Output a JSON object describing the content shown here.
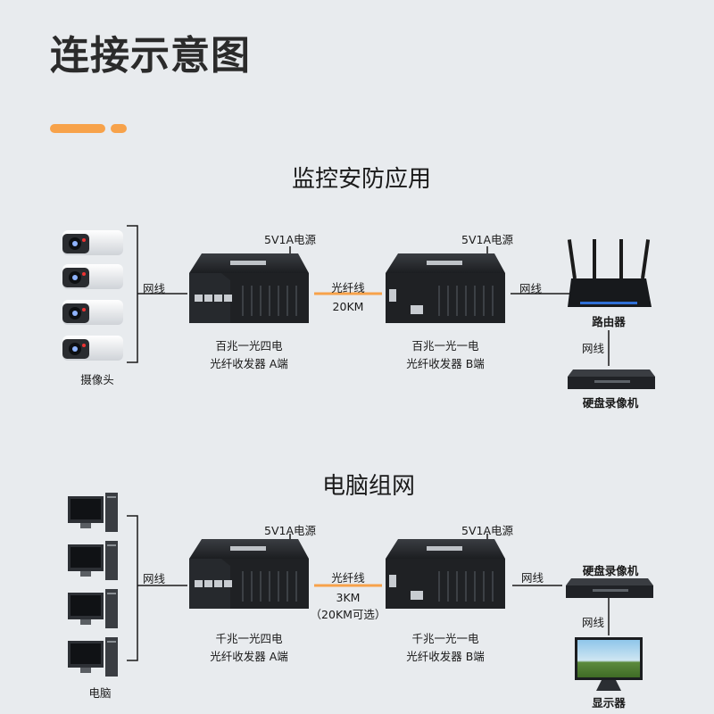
{
  "page_title": "连接示意图",
  "accent_color": "#f7a24a",
  "sections": [
    {
      "heading": "监控安防应用",
      "left_device": "摄像头",
      "left_cable": "网线",
      "power_a": "5V1A电源",
      "power_b": "5V1A电源",
      "fiber_label": "光纤线",
      "distance": "20KM",
      "distance_note": "",
      "converter_a": [
        "百兆一光四电",
        "光纤收发器 A端"
      ],
      "converter_b": [
        "百兆一光一电",
        "光纤收发器 B端"
      ],
      "right_cable": "网线",
      "right_top_device": "路由器",
      "right_mid_cable": "网线",
      "right_bottom_device": "硬盘录像机"
    },
    {
      "heading": "电脑组网",
      "left_device": "电脑",
      "left_cable": "网线",
      "power_a": "5V1A电源",
      "power_b": "5V1A电源",
      "fiber_label": "光纤线",
      "distance": "3KM",
      "distance_note": "（20KM可选）",
      "converter_a": [
        "千兆一光四电",
        "光纤收发器 A端"
      ],
      "converter_b": [
        "千兆一光一电",
        "光纤收发器 B端"
      ],
      "right_cable": "网线",
      "right_top_device": "硬盘录像机",
      "right_mid_cable": "网线",
      "right_bottom_device": "显示器"
    }
  ]
}
